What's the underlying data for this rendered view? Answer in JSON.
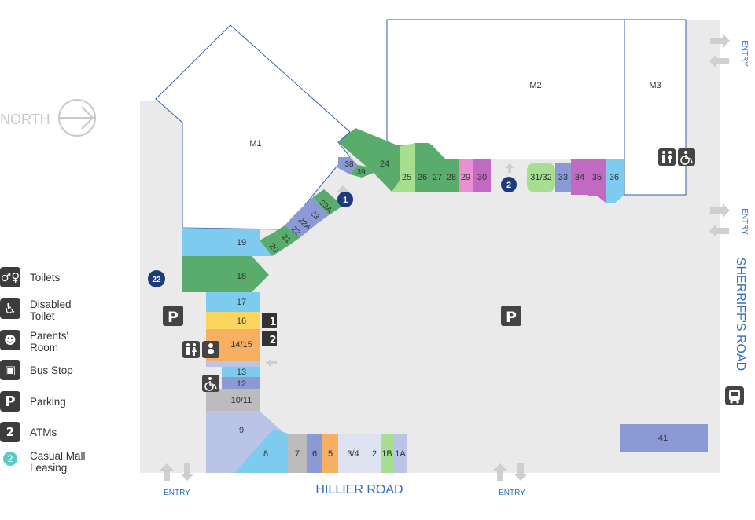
{
  "compass": {
    "label": "NORTH"
  },
  "roads": {
    "south": "HILLIER ROAD",
    "east": "SHERRIFF'S ROAD"
  },
  "entries": {
    "label": "ENTRY"
  },
  "parking": {
    "label": "P"
  },
  "markers": {
    "m1": "1",
    "m2": "2",
    "m22": "22"
  },
  "colors": {
    "blue": "#7ecbf0",
    "green": "#5aac6c",
    "lightgreen": "#a6df8f",
    "periwinkle": "#8b99d4",
    "lavender": "#b9c4e6",
    "gray": "#bcbcbc",
    "purple": "#c06bc1",
    "pink": "#ea8fd1",
    "orange": "#f7b062",
    "yellow": "#fcd55e",
    "marker": "#1d3a7a",
    "footprint": "#eaeaea"
  },
  "anchors": {
    "m1": "M1",
    "m2": "M2",
    "m3": "M3"
  },
  "shops": {
    "s41": "41",
    "s36": "36",
    "s35": "35",
    "s34": "34",
    "s33": "33",
    "s3132": "31/32",
    "s30": "30",
    "s29": "29",
    "s28": "28",
    "s27": "27",
    "s26": "26",
    "s25": "25",
    "s24": "24",
    "s38": "38",
    "s39": "39",
    "s23a": "23A",
    "s23": "23",
    "s22a": "22A",
    "s22": "22",
    "s21": "21",
    "s20": "20",
    "s19": "19",
    "s18": "18",
    "s17": "17",
    "s16": "16",
    "s1415": "14/15",
    "s13": "13",
    "s12": "12",
    "s1011": "10/11",
    "s9": "9",
    "s8": "8",
    "s7": "7",
    "s6": "6",
    "s5": "5",
    "s34b": "3/4",
    "s2": "2",
    "s1b": "1B",
    "s1a": "1A"
  },
  "atm": {
    "atm1": "1",
    "atm2": "2"
  },
  "legend": {
    "toilets": "Toilets",
    "disabled": "Disabled\nToilet",
    "parents": "Parents'\nRoom",
    "bus": "Bus Stop",
    "parking": "Parking",
    "atms": "ATMs",
    "leasing": "Casual Mall\nLeasing",
    "leasing_num": "2"
  }
}
